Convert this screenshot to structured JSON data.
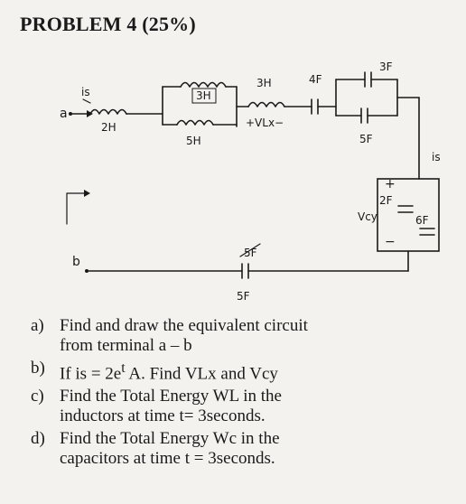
{
  "title": "PROBLEM 4 (25%)",
  "circuit": {
    "terminal_a": "a",
    "terminal_b": "b",
    "source_current": "is",
    "source_current_right": "is",
    "inductor_series": "2H",
    "inductor_top": "3H",
    "inductor_bottom": "5H",
    "inductor_right": "3H",
    "vlx_label": "+VLx−",
    "cap_4f": "4F",
    "cap_3f": "3F",
    "cap_5f_right": "5F",
    "cap_2f": "2F",
    "cap_6f": "6F",
    "vcy_plus": "+",
    "vcy_label": "Vcy",
    "vcy_minus": "−",
    "cap_bottom_crossed": "5F",
    "cap_bottom": "5F"
  },
  "questions": [
    {
      "label": "a)",
      "line1": "Find and draw the equivalent circuit",
      "line2": "from terminal a – b"
    },
    {
      "label": "b)",
      "line1": "If is = 2e",
      "sup": "t",
      "line1_tail": " A. Find VLx and Vcy"
    },
    {
      "label": "c)",
      "line1": "Find the Total Energy WL in the",
      "line2": "inductors at time t= 3seconds."
    },
    {
      "label": "d)",
      "line1": "Find the Total Energy Wc in the",
      "line2": "capacitors at time t = 3seconds."
    }
  ]
}
